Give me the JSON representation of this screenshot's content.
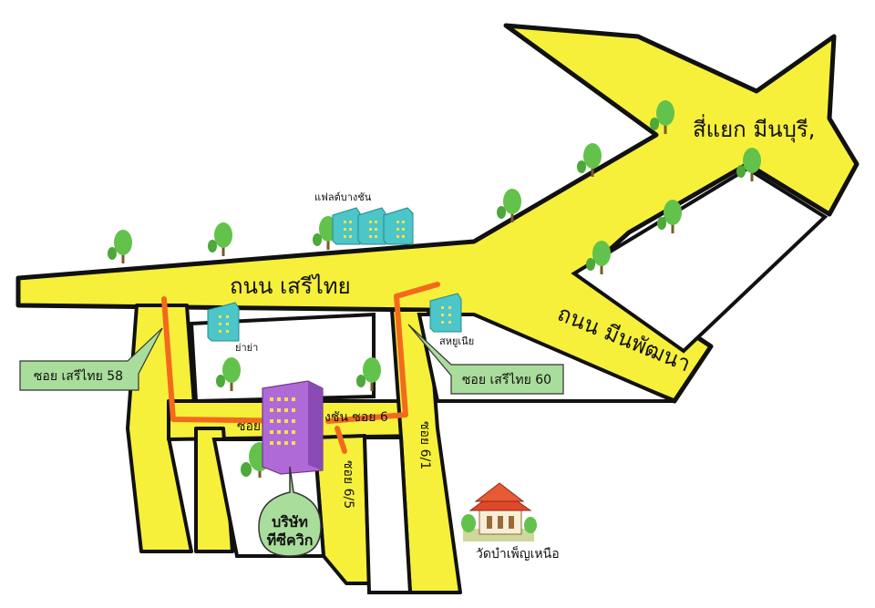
{
  "roads": {
    "main": "ถนน  เสรีไทย",
    "minphatthana": "ถนน  มีนพัฒนา",
    "minburi_junction": "สี่แยก  มีนบุรี,",
    "soi_58": "ซอย  เสรีไทย 58",
    "soi_60": "ซอย  เสรีไทย 60",
    "soi_6_left": "ซอย",
    "soi_6_right": "งชัน  ซอย 6",
    "soi_6_5": "ซอย 6/5",
    "soi_6_1": "ซอย 6/1"
  },
  "places": {
    "flat": "แฟลต์บางชัน",
    "yaya": "ย่าย่า",
    "sahayunia": "สหยูเนีย",
    "company_line1": "บริษัท",
    "company_line2": "ทีซีควิก",
    "temple": "วัดบำเพ็ญเหนือ"
  },
  "colors": {
    "road": "#f7f03a",
    "route": "#f26b1d",
    "tag": "#a9dd9b",
    "building_teal": "#4cc6c8",
    "building_purple": "#b06ad8"
  },
  "icons": [
    "tree-icon",
    "building-icon",
    "temple-icon",
    "company-building-icon"
  ]
}
